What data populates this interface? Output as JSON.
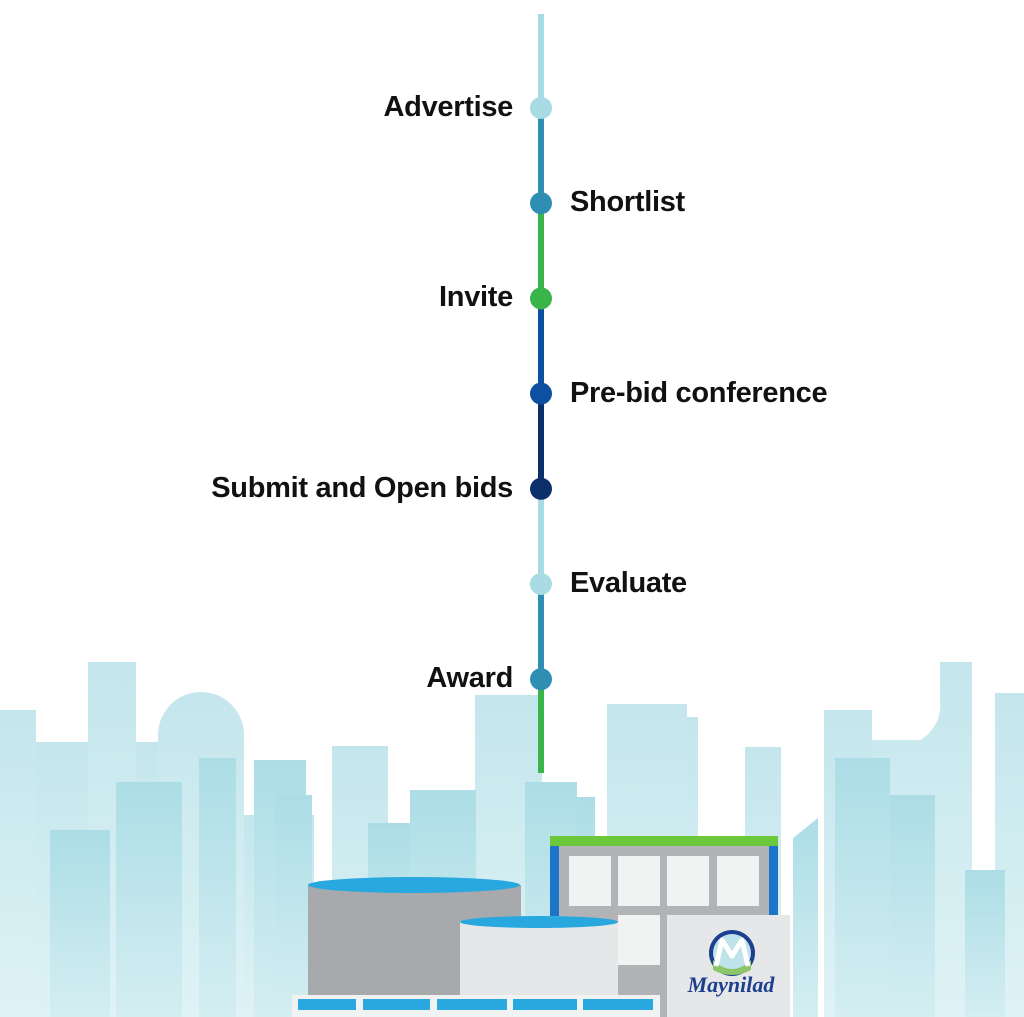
{
  "diagram": {
    "type": "vertical-timeline",
    "steps": [
      {
        "label": "Advertise",
        "side": "left",
        "dot_color": "#a8dbe3",
        "segment_color": "#a8dbe3"
      },
      {
        "label": "Shortlist",
        "side": "right",
        "dot_color": "#2e8fb3",
        "segment_color": "#2e8fb3"
      },
      {
        "label": "Invite",
        "side": "left",
        "dot_color": "#3ab54a",
        "segment_color": "#3ab54a"
      },
      {
        "label": "Pre-bid conference",
        "side": "right",
        "dot_color": "#0d4fa0",
        "segment_color": "#0d4fa0"
      },
      {
        "label": "Submit and Open bids",
        "side": "left",
        "dot_color": "#0a2f6b",
        "segment_color": "#0a2f6b"
      },
      {
        "label": "Evaluate",
        "side": "right",
        "dot_color": "#a8dbe3",
        "segment_color": "#a8dbe3"
      },
      {
        "label": "Award",
        "side": "left",
        "dot_color": "#2e8fb3",
        "segment_color": "#2e8fb3"
      }
    ],
    "tail_color": "#3ab54a"
  },
  "illustration": {
    "logo_text": "Maynilad",
    "colors": {
      "skyline": "#b9e2ea",
      "tank_top": "#29a8e0",
      "tank_dark": "#a7a9ac",
      "tank_light": "#e6e7e8",
      "roof": "#6cc83a",
      "pillar": "#1c75c8",
      "logo_blue": "#1d3f8f"
    }
  }
}
